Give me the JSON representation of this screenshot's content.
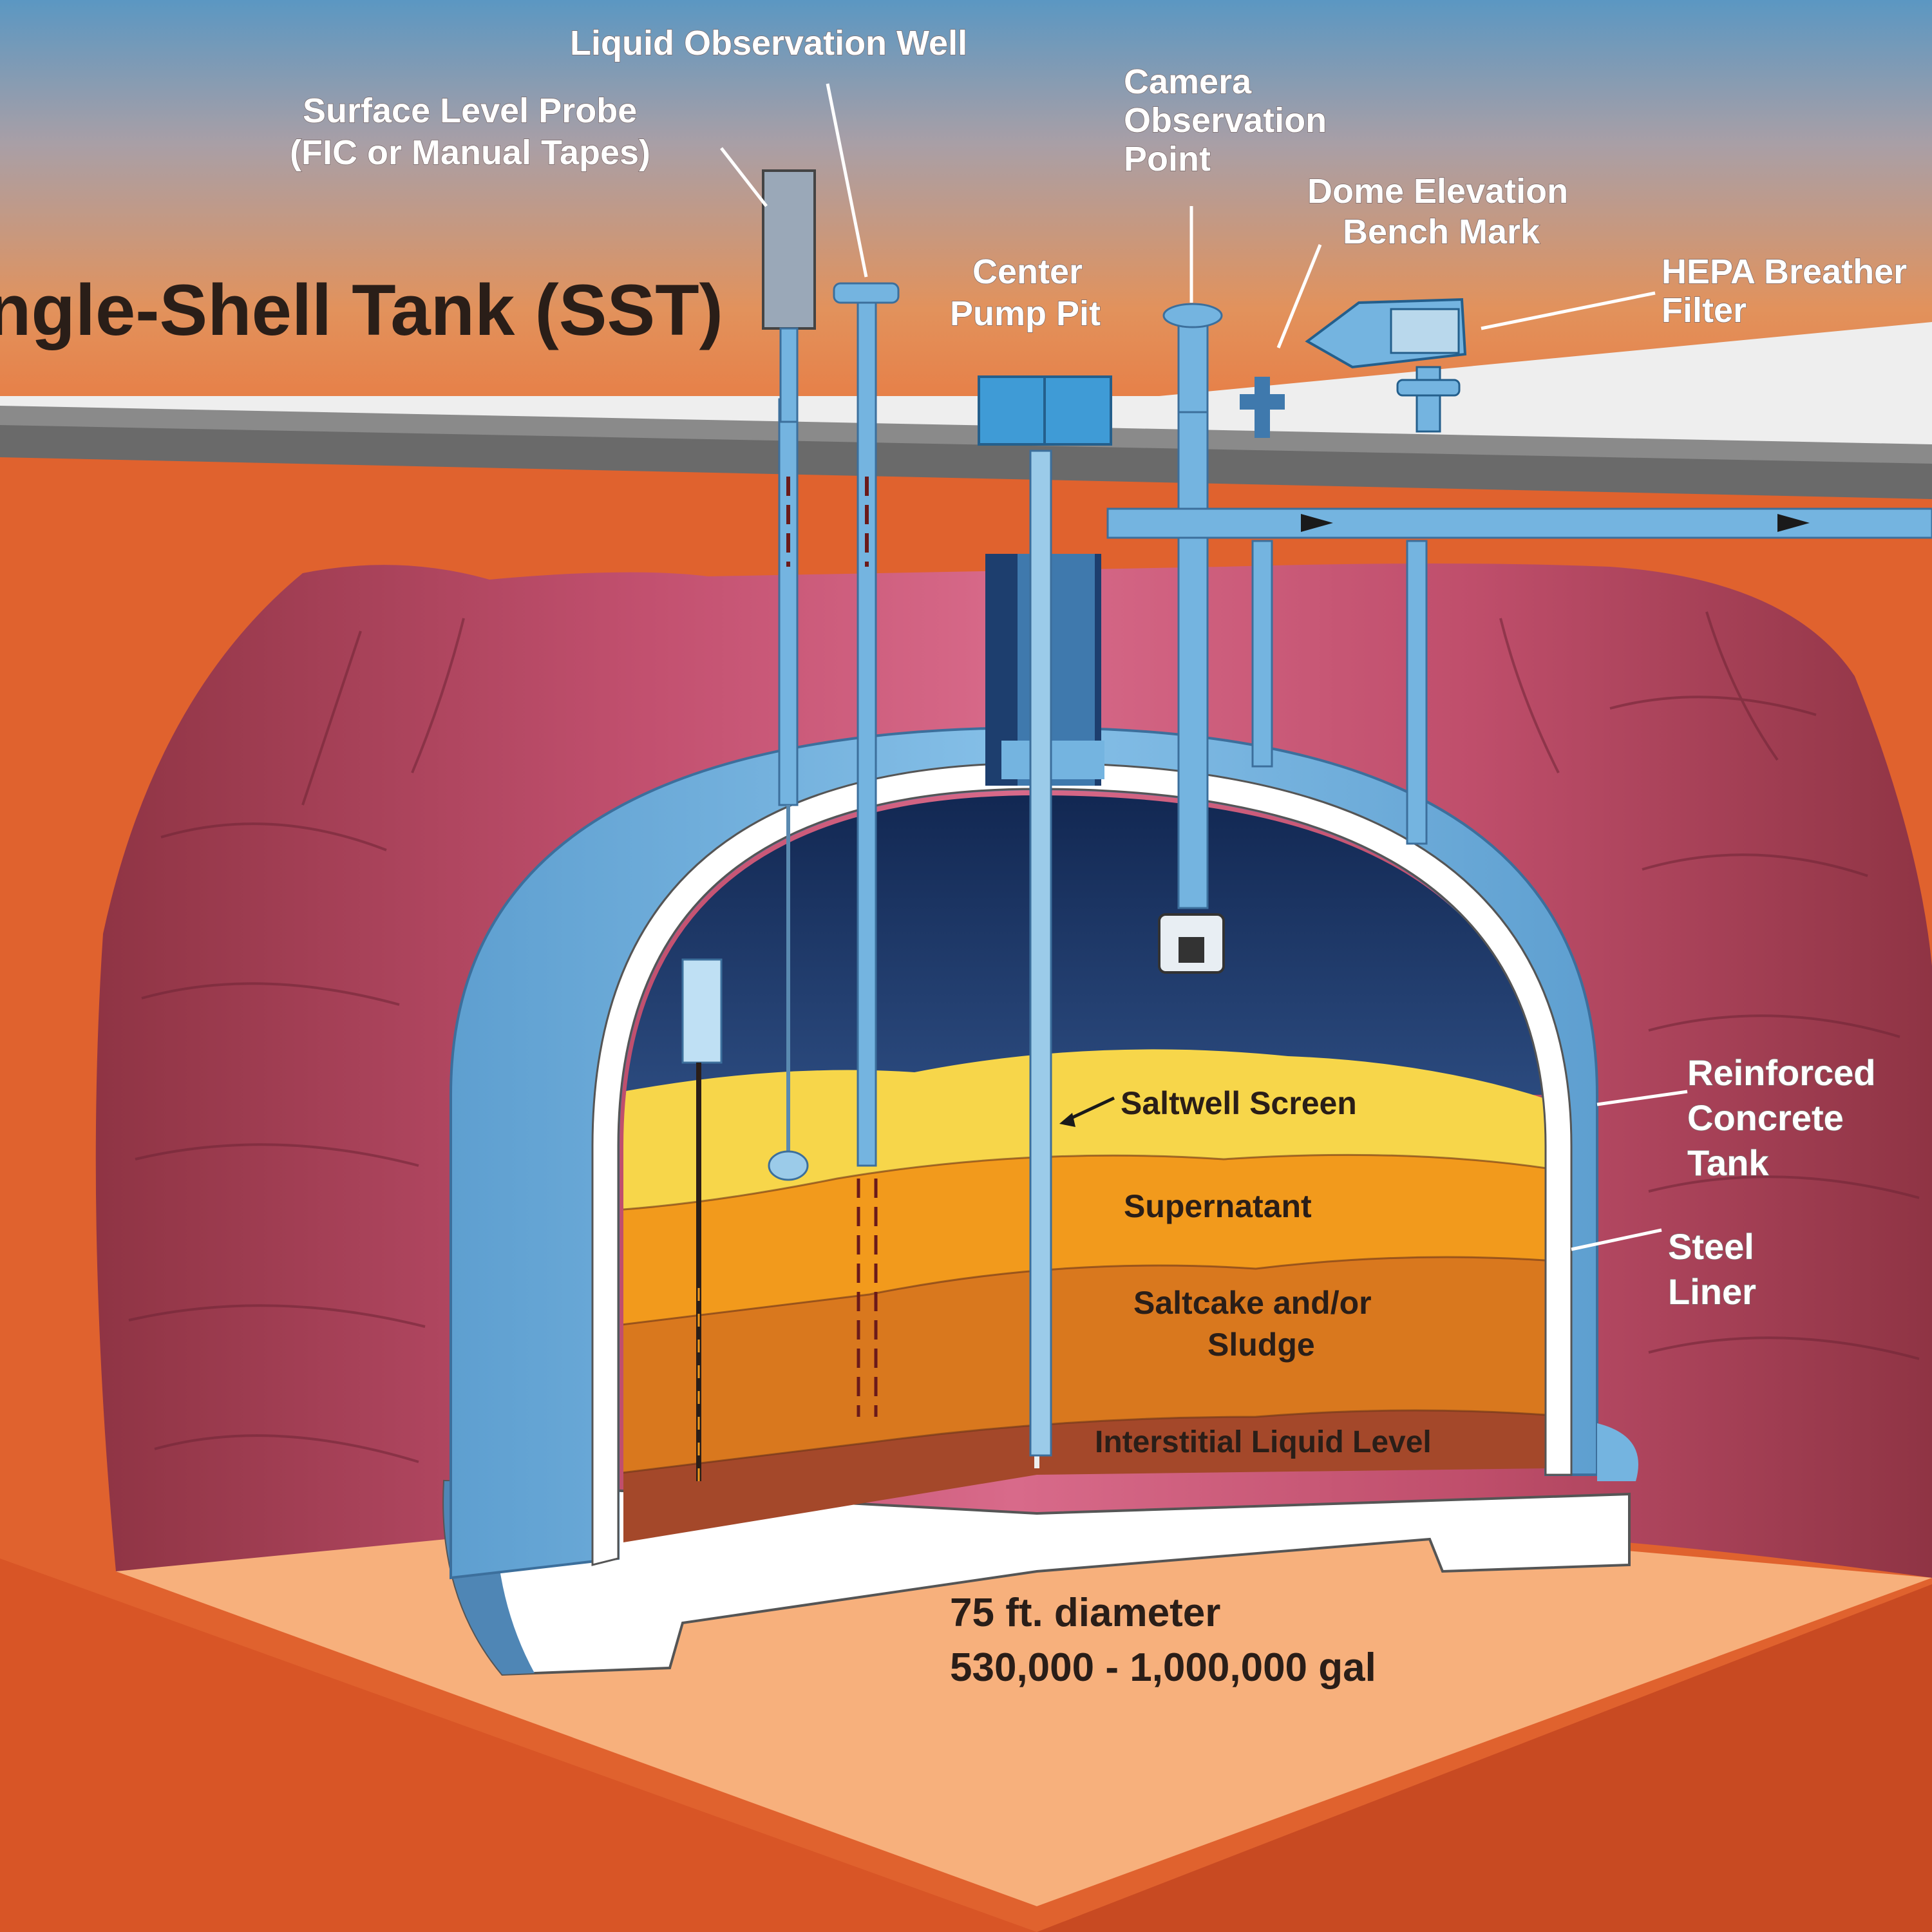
{
  "title": "ngle-Shell Tank (SST)",
  "labels": {
    "liquid_observation_well": "Liquid Observation Well",
    "surface_level_probe_1": "Surface Level Probe",
    "surface_level_probe_2": "(FIC or Manual Tapes)",
    "camera_observation_point_1": "Camera",
    "camera_observation_point_2": "Observation",
    "camera_observation_point_3": "Point",
    "dome_elevation_1": "Dome Elevation",
    "dome_elevation_2": "Bench Mark",
    "center_pump_pit_1": "Center",
    "center_pump_pit_2": "Pump Pit",
    "hepa_1": "HEPA Breather",
    "hepa_2": "Filter",
    "saltwell_screen": "Saltwell Screen",
    "supernatant": "Supernatant",
    "saltcake_1": "Saltcake and/or",
    "saltcake_2": "Sludge",
    "interstitial": "Interstitial Liquid Level",
    "concrete_1": "Reinforced",
    "concrete_2": "Concrete",
    "concrete_3": "Tank",
    "steel_1": "Steel",
    "steel_2": "Liner",
    "diameter": "75 ft. diameter",
    "capacity": "530,000 - 1,000,000 gal"
  },
  "colors": {
    "sky_top": "#6fa6c8",
    "sky_bottom": "#e6874f",
    "soil": "#e0622e",
    "excavation": "#9e3d4d",
    "tank_wall": "#74b4e0",
    "liner": "#ffffff",
    "supernatant_top": "#f7d64a",
    "supernatant": "#f29a1c",
    "saltcake": "#d9781e",
    "sludge": "#a4482a",
    "floor": "#f7b07c"
  }
}
